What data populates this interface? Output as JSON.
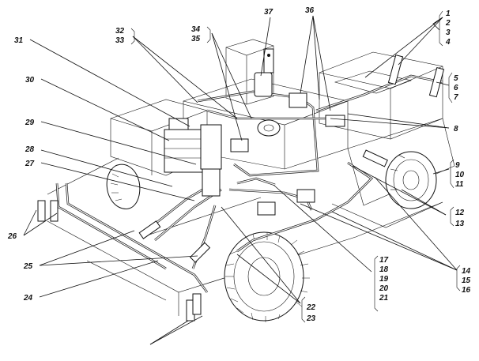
{
  "callouts": {
    "c1": "1",
    "c2": "2",
    "c3": "3",
    "c4": "4",
    "c5": "5",
    "c6": "6",
    "c7": "7",
    "c8": "8",
    "c9": "9",
    "c10": "10",
    "c11": "11",
    "c12": "12",
    "c13": "13",
    "c14": "14",
    "c15": "15",
    "c16": "16",
    "c17": "17",
    "c18": "18",
    "c19": "19",
    "c20": "20",
    "c21": "21",
    "c22": "22",
    "c23": "23",
    "c24": "24",
    "c25": "25",
    "c26": "26",
    "c27": "27",
    "c28": "28",
    "c29": "29",
    "c30": "30",
    "c31": "31",
    "c32": "32",
    "c33": "33",
    "c34": "34",
    "c35": "35",
    "c36": "36",
    "c37": "37"
  },
  "colors": {
    "ink": "#111111",
    "paper": "#ffffff"
  }
}
